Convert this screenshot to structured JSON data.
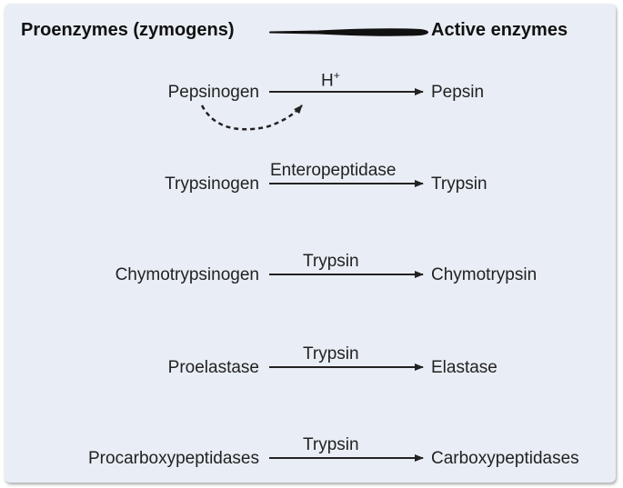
{
  "header": {
    "left_label": "Proenzymes (zymogens)",
    "right_label": "Active enzymes"
  },
  "conversions": [
    {
      "proenzyme": "Pepsinogen",
      "activator": "H",
      "activator_superscript": "+",
      "enzyme": "Pepsin",
      "autocatalytic_feedback": true
    },
    {
      "proenzyme": "Trypsinogen",
      "activator": "Enteropeptidase",
      "enzyme": "Trypsin"
    },
    {
      "proenzyme": "Chymotrypsinogen",
      "activator": "Trypsin",
      "enzyme": "Chymotrypsin"
    },
    {
      "proenzyme": "Proelastase",
      "activator": "Trypsin",
      "enzyme": "Elastase"
    },
    {
      "proenzyme": "Procarboxypeptidases",
      "activator": "Trypsin",
      "enzyme": "Carboxypeptidases"
    }
  ],
  "colors": {
    "background": "#e9eef6",
    "text": "#222222",
    "arrow": "#222222"
  }
}
